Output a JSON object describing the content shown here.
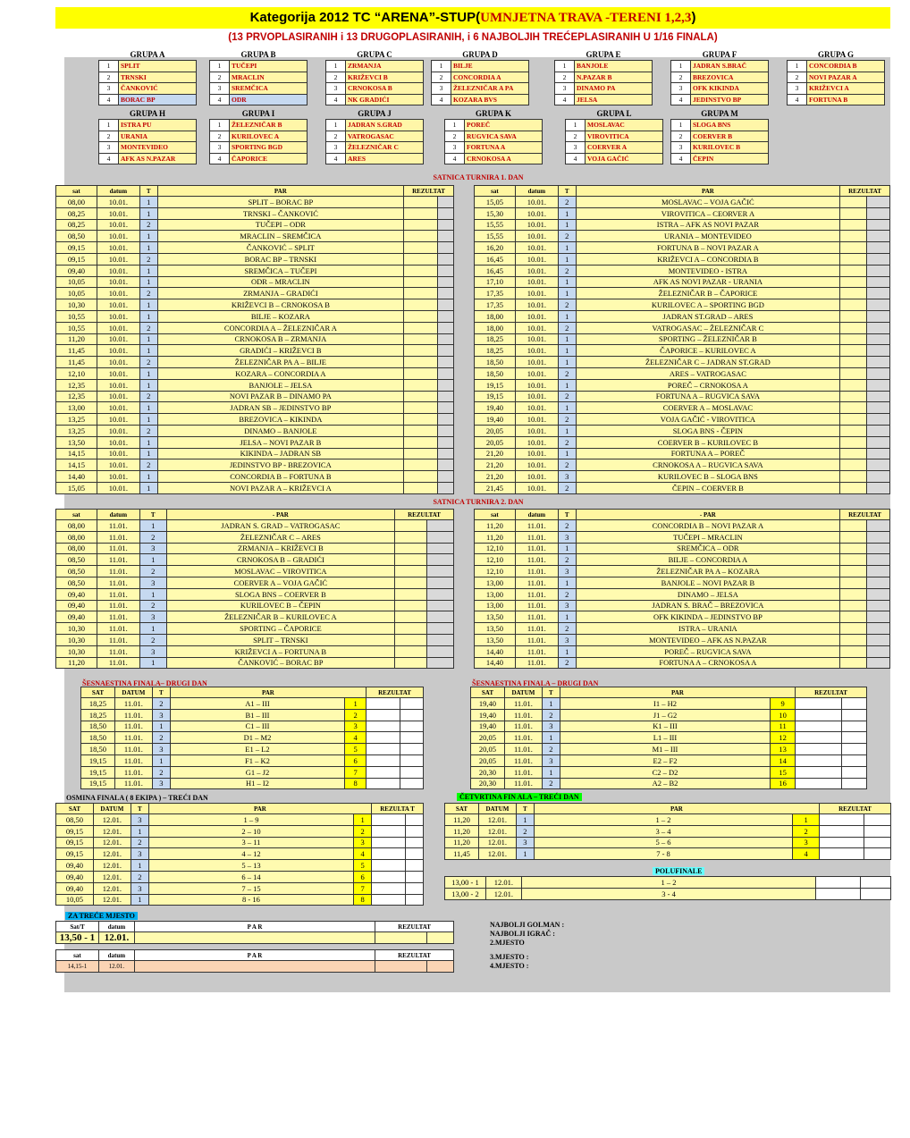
{
  "title": {
    "main": "Kategorija 2012  TC “ARENA”-STUP(",
    "red": "UMNJETNA TRAVA -TERENI 1,2,3",
    "close": ")"
  },
  "subtitle": "(13 PRVOPLASIRANIH i 13 DRUGOPLASIRANIH, i 6  NAJBOLJIH TREĆEPLASIRANIH U 1/16 FINALA)",
  "groups": [
    {
      "name": "GRUPA  A",
      "teams": [
        "SPLIT",
        "TRNSKI",
        "ČANKOVIĆ",
        "BORAC BP"
      ]
    },
    {
      "name": "GRUPA   B",
      "teams": [
        "TUČEPI",
        "MRACLIN",
        "SREMČICA",
        "ODR"
      ]
    },
    {
      "name": "GRUPA C",
      "teams": [
        "ZRMANJA",
        "KRIŽEVCI B",
        "CRNOKOSA B",
        "NK GRADIĆI"
      ]
    },
    {
      "name": "GRUPA D",
      "teams": [
        "BILJE",
        "CONCORDIA A",
        "ŽELEZNIČAR  A PA",
        "KOZARA BVS"
      ]
    },
    {
      "name": "GRUPA E",
      "teams": [
        "BANJOLE",
        "N.PAZAR B",
        "DINAMO PA",
        "JELSA"
      ]
    },
    {
      "name": "GRUPA  F",
      "teams": [
        "JADRAN S.BRAČ",
        "BREZOVICA",
        "OFK KIKINDA",
        "JEDINSTVO BP"
      ]
    },
    {
      "name": "GRUPA G",
      "teams": [
        "CONCORDIA B",
        "NOVI PAZAR A",
        "KRIŽEVCI A",
        "FORTUNA B"
      ]
    },
    {
      "name": "GRUPA H",
      "teams": [
        "ISTRA PU",
        "URANIA",
        "MONTEVIDEO",
        "AFK AS  N.PAZAR"
      ]
    },
    {
      "name": "GRUPA I",
      "teams": [
        "ŽELEZNIČAR B",
        "KURILOVEC A",
        "SPORTING BGD",
        "ČAPORICE"
      ]
    },
    {
      "name": "GRUPA  J",
      "teams": [
        "JADRAN S.GRAD",
        "VATROGASAC",
        "ŽELEZNIČAR C",
        "ARES"
      ]
    },
    {
      "name": "GRUPA   K",
      "teams": [
        "POREČ",
        "RUGVICA SAVA",
        "FORTUNA A",
        "CRNOKOSA A"
      ]
    },
    {
      "name": "GRUPA L",
      "teams": [
        "MOSLAVAC",
        "VIROVITICA",
        "COERVER A",
        "VOJA GAČIĆ"
      ]
    },
    {
      "name": "GRUPA M",
      "teams": [
        "SLOGA BNS",
        "COERVER B",
        "KURILOVEC B",
        "ČEPIN"
      ]
    }
  ],
  "day1": {
    "title": "SATNICA  TURNIRA 1. DAN",
    "headers": {
      "sat": "sat",
      "datum": "datum",
      "t": "T",
      "par": "PAR",
      "rez": "REZULTAT"
    },
    "left": [
      [
        "08,00",
        "10.01.",
        "1",
        "SPLIT – BORAC BP"
      ],
      [
        "08,25",
        "10.01.",
        "1",
        "TRNSKI – ČANKOVIĆ"
      ],
      [
        "08,25",
        "10.01.",
        "2",
        "TUČEPI – ODR"
      ],
      [
        "08,50",
        "10.01.",
        "1",
        "MRACLIN – SREMČICA"
      ],
      [
        "09,15",
        "10.01.",
        "1",
        "ČANKOVIĆ – SPLIT"
      ],
      [
        "09,15",
        "10.01.",
        "2",
        "BORAC BP – TRNSKI"
      ],
      [
        "09,40",
        "10.01.",
        "1",
        "SREMČICA – TUČEPI"
      ],
      [
        "10,05",
        "10.01.",
        "1",
        "ODR – MRACLIN"
      ],
      [
        "10,05",
        "10.01.",
        "2",
        "ZRMANJA – GRADIĆI"
      ],
      [
        "10,30",
        "10.01.",
        "1",
        "KRIŽEVCI B – CRNOKOSA  B"
      ],
      [
        "10,55",
        "10.01.",
        "1",
        "BILJE – KOZARA"
      ],
      [
        "10,55",
        "10.01.",
        "2",
        "CONCORDIA A – ŽELEZNIČAR A"
      ],
      [
        "11,20",
        "10.01.",
        "1",
        "CRNOKOSA B – ZRMANJA"
      ],
      [
        "11,45",
        "10.01.",
        "1",
        "GRADIĆI – KRIŽEVCI B"
      ],
      [
        "11,45",
        "10.01.",
        "2",
        "ŽELEZNIČAR PA A – BILJE"
      ],
      [
        "12,10",
        "10.01.",
        "1",
        "KOZARA – CONCORDIA A"
      ],
      [
        "12,35",
        "10.01.",
        "1",
        "BANJOLE – JELSA"
      ],
      [
        "12,35",
        "10.01.",
        "2",
        "NOVI PAZAR B – DINAMO PA"
      ],
      [
        "13,00",
        "10.01.",
        "1",
        "JADRAN SB – JEDINSTVO BP"
      ],
      [
        "13,25",
        "10.01.",
        "1",
        "BREZOVICA – KIKINDA"
      ],
      [
        "13,25",
        "10.01.",
        "2",
        "DINAMO – BANJOLE"
      ],
      [
        "13,50",
        "10.01.",
        "1",
        "JELSA – NOVI PAZAR B"
      ],
      [
        "14,15",
        "10.01.",
        "1",
        "KIKINDA – JADRAN SB"
      ],
      [
        "14,15",
        "10.01.",
        "2",
        "JEDINSTVO BP - BREZOVICA"
      ],
      [
        "14,40",
        "10.01.",
        "1",
        "CONCORDIA B – FORTUNA B"
      ],
      [
        "15,05",
        "10.01.",
        "1",
        "NOVI PAZAR A – KRIŽEVCI A"
      ]
    ],
    "right": [
      [
        "15,05",
        "10.01.",
        "2",
        "MOSLAVAC – VOJA GAČIĆ"
      ],
      [
        "15,30",
        "10.01.",
        "1",
        "VIROVITICA – CEORVER A"
      ],
      [
        "15,55",
        "10.01.",
        "1",
        "ISTRA – AFK AS NOVI PAZAR"
      ],
      [
        "15,55",
        "10.01.",
        "2",
        "URANIA – MONTEVIDEO"
      ],
      [
        "16,20",
        "10.01.",
        "1",
        "FORTUNA B – NOVI PAZAR A"
      ],
      [
        "16,45",
        "10.01.",
        "1",
        "KRIŽEVCI A – CONCORDIA B"
      ],
      [
        "16,45",
        "10.01.",
        "2",
        "MONTEVIDEO - ISTRA"
      ],
      [
        "17,10",
        "10.01.",
        "1",
        "AFK AS NOVI PAZAR - URANIA"
      ],
      [
        "17,35",
        "10.01.",
        "1",
        "ŽELEZNIČAR B – ČAPORICE"
      ],
      [
        "17,35",
        "10.01.",
        "2",
        "KURILOVEC A – SPORTING BGD"
      ],
      [
        "18,00",
        "10.01.",
        "1",
        "JADRAN ST.GRAD – ARES"
      ],
      [
        "18,00",
        "10.01.",
        "2",
        "VATROGASAC – ŽELEZNIČAR C"
      ],
      [
        "18,25",
        "10.01.",
        "1",
        "SPORTING – ŽELEZNIČAR B"
      ],
      [
        "18,25",
        "10.01.",
        "1",
        "ČAPORICE – KURILOVEC A"
      ],
      [
        "18,50",
        "10.01.",
        "1",
        "ŽELEZNIČAR C – JADRAN ST.GRAD"
      ],
      [
        "18,50",
        "10.01.",
        "2",
        "ARES – VATROGASAC"
      ],
      [
        "19,15",
        "10.01.",
        "1",
        "POREČ – CRNOKOSA A"
      ],
      [
        "19,15",
        "10.01.",
        "2",
        "FORTUNA A – RUGVICA SAVA"
      ],
      [
        "19,40",
        "10.01.",
        "1",
        "COERVER A – MOSLAVAC"
      ],
      [
        "19,40",
        "10.01.",
        "2",
        "VOJA GAČIĆ - VIROVITICA"
      ],
      [
        "20,05",
        "10.01.",
        "1",
        "SLOGA BNS - ČEPIN"
      ],
      [
        "20,05",
        "10.01.",
        "2",
        "COERVER B – KURILOVEC B"
      ],
      [
        "21,20",
        "10.01.",
        "1",
        "FORTUNA A – POREČ"
      ],
      [
        "21,20",
        "10.01.",
        "2",
        "CRNOKOSA A – RUGVICA SAVA"
      ],
      [
        "21,20",
        "10.01.",
        "3",
        "KURILOVEC B – SLOGA BNS"
      ],
      [
        "21,45",
        "10.01.",
        "2",
        "ČEPIN – COERVER B"
      ]
    ]
  },
  "day2": {
    "title": "SATNICA  TURNIRA 2. DAN",
    "headers": {
      "sat": "sat",
      "datum": "datum",
      "t": "T",
      "par": "-          PAR",
      "rez": "REZULTAT"
    },
    "left": [
      [
        "08,00",
        "11.01.",
        "1",
        "JADRAN S. GRAD – VATROGASAC"
      ],
      [
        "08,00",
        "11.01.",
        "2",
        "ŽELEZNIČAR C – ARES"
      ],
      [
        "08,00",
        "11.01.",
        "3",
        "ZRMANJA – KRIŽEVCI B"
      ],
      [
        "08,50",
        "11.01.",
        "1",
        "CRNOKOSA B – GRADIĆI"
      ],
      [
        "08,50",
        "11.01.",
        "2",
        "MOSLAVAC – VIROVITICA"
      ],
      [
        "08,50",
        "11.01.",
        "3",
        "COERVER A – VOJA GAČIĆ"
      ],
      [
        "09,40",
        "11.01.",
        "1",
        "SLOGA BNS – COERVER B"
      ],
      [
        "09,40",
        "11.01.",
        "2",
        "KURILOVEC B – ČEPIN"
      ],
      [
        "09,40",
        "11.01.",
        "3",
        "ŽELEZNIČAR B – KURILOVEC A"
      ],
      [
        "10,30",
        "11.01.",
        "1",
        "SPORTING – ČAPORICE"
      ],
      [
        "10,30",
        "11.01.",
        "2",
        "SPLIT – TRNSKI"
      ],
      [
        "10,30",
        "11.01.",
        "3",
        "KRIŽEVCI A – FORTUNA B"
      ],
      [
        "11,20",
        "11.01.",
        "1",
        "ČANKOVIĆ – BORAC BP"
      ]
    ],
    "right": [
      [
        "11,20",
        "11.01.",
        "2",
        "CONCORDIA B – NOVI PAZAR A"
      ],
      [
        "11,20",
        "11.01.",
        "3",
        "TUČEPI – MRACLIN"
      ],
      [
        "12,10",
        "11.01.",
        "1",
        "SREMČICA – ODR"
      ],
      [
        "12,10",
        "11.01.",
        "2",
        "BILJE – CONCORDIA A"
      ],
      [
        "12,10",
        "11.01.",
        "3",
        "ŽELEZNIČAR PA A – KOZARA"
      ],
      [
        "13,00",
        "11.01.",
        "1",
        "BANJOLE – NOVI PAZAR B"
      ],
      [
        "13,00",
        "11.01.",
        "2",
        "DINAMO – JELSA"
      ],
      [
        "13,00",
        "11.01.",
        "3",
        "JADRAN S. BRAČ – BREZOVICA"
      ],
      [
        "13,50",
        "11.01.",
        "1",
        "OFK KIKINDA – JEDINSTVO BP"
      ],
      [
        "13,50",
        "11.01.",
        "2",
        "ISTRA – URANIA"
      ],
      [
        "13,50",
        "11.01.",
        "3",
        "MONTEVIDEO – AFK AS N.PAZAR"
      ],
      [
        "14,40",
        "11.01.",
        "1",
        "POREČ – RUGVICA SAVA"
      ],
      [
        "14,40",
        "11.01.",
        "2",
        "FORTUNA A – CRNOKOSA A"
      ]
    ]
  },
  "r16": {
    "title": "ŠESNAESTINA FINALA– DRUGI DAN",
    "title2": "ŠESNAESTINA FINALA  – DRUGI DAN",
    "headers": {
      "sat": "SAT",
      "datum": "DATUM",
      "t": "T",
      "par": "PAR",
      "rez": "REZULTAT"
    },
    "left": [
      [
        "18,25",
        "11.01.",
        "2",
        "A1 – III",
        "1"
      ],
      [
        "18,25",
        "11.01.",
        "3",
        "B1 – III",
        "2"
      ],
      [
        "18,50",
        "11.01.",
        "1",
        "C1 – III",
        "3"
      ],
      [
        "18,50",
        "11.01.",
        "2",
        "D1 – M2",
        "4"
      ],
      [
        "18,50",
        "11.01.",
        "3",
        "E1 – L2",
        "5"
      ],
      [
        "19,15",
        "11.01.",
        "1",
        "F1 – K2",
        "6"
      ],
      [
        "19,15",
        "11.01.",
        "2",
        "G1 – J2",
        "7"
      ],
      [
        "19,15",
        "11.01.",
        "3",
        "H1 – I2",
        "8"
      ]
    ],
    "right": [
      [
        "19,40",
        "11.01.",
        "1",
        "I1 – H2",
        "9"
      ],
      [
        "19,40",
        "11.01.",
        "2",
        "J1 – G2",
        "10"
      ],
      [
        "19,40",
        "11.01.",
        "3",
        "K1 – III",
        "11"
      ],
      [
        "20,05",
        "11.01.",
        "1",
        "L1 – III",
        "12"
      ],
      [
        "20,05",
        "11.01.",
        "2",
        "M1 – III",
        "13"
      ],
      [
        "20,05",
        "11.01.",
        "3",
        "E2 – F2",
        "14"
      ],
      [
        "20,30",
        "11.01.",
        "1",
        "C2 – D2",
        "15"
      ],
      [
        "20,30",
        "11.01.",
        "2",
        "A2 – B2",
        "16"
      ]
    ]
  },
  "r8": {
    "title": "OSMINA  FINALA ( 8 EKIPA ) – TREĆI  DAN",
    "headers": {
      "sat": "SAT",
      "datum": "DATUM",
      "t": "T",
      "par": "PAR",
      "rez": "REZULTA T"
    },
    "rows": [
      [
        "08,50",
        "12.01.",
        "3",
        "1 – 9",
        "1"
      ],
      [
        "09,15",
        "12.01.",
        "1",
        "2 – 10",
        "2"
      ],
      [
        "09,15",
        "12.01.",
        "2",
        "3 – 11",
        "3"
      ],
      [
        "09,15",
        "12.01.",
        "3",
        "4 – 12",
        "4"
      ],
      [
        "09,40",
        "12.01.",
        "1",
        "5 – 13",
        "5"
      ],
      [
        "09,40",
        "12.01.",
        "2",
        "6 – 14",
        "6"
      ],
      [
        "09,40",
        "12.01.",
        "3",
        "7 – 15",
        "7"
      ],
      [
        "10,05",
        "12.01.",
        "1",
        "8 - 16",
        "8"
      ]
    ]
  },
  "qf": {
    "title": "ČETVRTINA FIN ALA – TREĆI DAN",
    "headers": {
      "sat": "SAT",
      "datum": "DATUM",
      "t": "T",
      "par": "PAR",
      "rez": "REZULTAT"
    },
    "rows": [
      [
        "11,20",
        "12.01.",
        "1",
        "1 – 2",
        "1"
      ],
      [
        "11,20",
        "12.01.",
        "2",
        "3 – 4",
        "2"
      ],
      [
        "11,20",
        "12.01.",
        "3",
        "5 – 6",
        "3"
      ],
      [
        "11,45",
        "12.01.",
        "1",
        "7 - 8",
        "4"
      ]
    ]
  },
  "sf": {
    "title": "POLUFINALE",
    "rows": [
      [
        "13,00 - 1",
        "12.01.",
        "1 – 2"
      ],
      [
        "13,00 - 2",
        "12.01.",
        "3 - 4"
      ]
    ]
  },
  "third": {
    "title": "ZA TREĆE MJESTO",
    "headers": {
      "sat": "Sat/T",
      "datum": "datum",
      "par": "P A R",
      "rez": "REZULTAT"
    },
    "row": [
      "13,50 - 1",
      "12.01."
    ]
  },
  "final": {
    "headers": {
      "sat": "sat",
      "datum": "datum",
      "par": "P A R",
      "rez": "REZULTAT"
    },
    "row": [
      "14,15-1",
      "12.01."
    ]
  },
  "notes": [
    "NAJBOLJI GOLMAN  :",
    "NAJBOLJI IGRAČ     :",
    "2.MJESTO",
    "3.MJESTO :",
    "4.MJESTO :"
  ],
  "colors": {
    "title_bg": "#ffff00",
    "accent_red": "#c00000",
    "row_yellow": "#fffbb0",
    "court_blue": "#c6d9f0",
    "grey_bg": "#c9c9c9"
  }
}
